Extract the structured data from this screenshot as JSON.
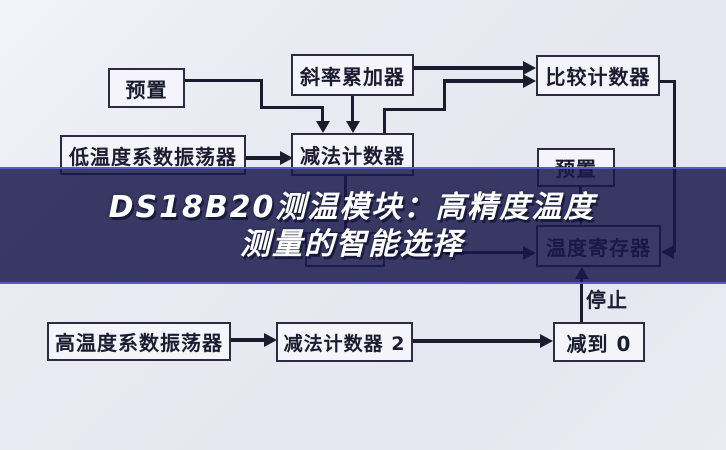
{
  "banner": {
    "title_line1": "DS18B20测温模块：高精度温度",
    "title_line2": "测量的智能选择",
    "bg_color": "#3a3a63",
    "edge_color": "#5a5ac4",
    "text_color": "#ffffff"
  },
  "diagram": {
    "type": "block-diagram",
    "colors": {
      "background": "#e9eaf2",
      "box_fill": "#f4f4fa",
      "box_border": "#2b2b42",
      "line": "#1b1b2e",
      "text": "#1c1c30"
    },
    "boxes": [
      {
        "id": "preset-top-left",
        "label": "预置"
      },
      {
        "id": "slope-accumulator",
        "label": "斜率累加器"
      },
      {
        "id": "compare-counter",
        "label": "比较计数器"
      },
      {
        "id": "low-temp-coeff-oscillator",
        "label": "低温度系数振荡器"
      },
      {
        "id": "subtract-counter-1",
        "label": "减法计数器"
      },
      {
        "id": "preset-right",
        "label": "预置"
      },
      {
        "id": "temperature-register",
        "label": "温度寄存器"
      },
      {
        "id": "obscured-box",
        "label": ""
      },
      {
        "id": "high-temp-coeff-oscillator",
        "label": "高温度系数振荡器"
      },
      {
        "id": "subtract-counter-2",
        "label": "减法计数器 2"
      },
      {
        "id": "reach-zero",
        "label": "减到 0"
      }
    ],
    "edge_labels": [
      {
        "id": "stop",
        "text": "停止"
      }
    ]
  }
}
